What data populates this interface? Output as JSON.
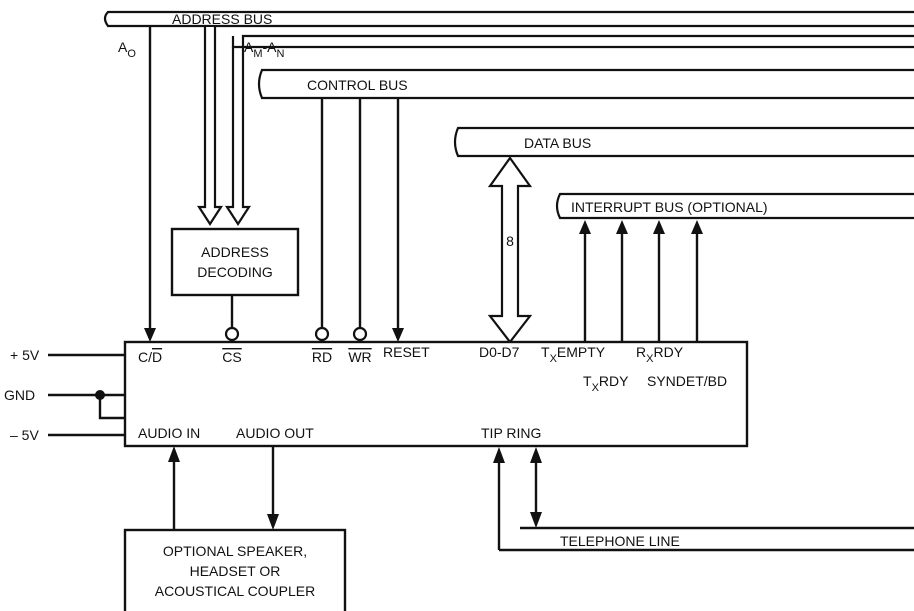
{
  "buses": {
    "address": "ADDRESS BUS",
    "control": "CONTROL BUS",
    "data": "DATA BUS",
    "interrupt": "INTERRUPT BUS (OPTIONAL)",
    "telephone": "TELEPHONE LINE"
  },
  "address_lines": {
    "a0_main": "A",
    "a0_sub": "O",
    "am_main": "A",
    "am_sub": "M",
    "am_mid": "-A",
    "an_sub": "N"
  },
  "decoder": {
    "line1": "ADDRESS",
    "line2": "DECODING"
  },
  "data_width": "8",
  "pins": {
    "cd": "C/",
    "cd_bar": "D",
    "cs": "CS",
    "rd": "RD",
    "wr": "WR",
    "reset": "RESET",
    "d0d7": "D0-D7",
    "txempty_pre": "T",
    "txempty_sub": "X",
    "txempty_post": "EMPTY",
    "rxrdy_pre": "R",
    "rxrdy_sub": "X",
    "rxrdy_post": "RDY",
    "txrdy_pre": "T",
    "txrdy_sub": "X",
    "txrdy_post": "RDY",
    "syndet": "SYNDET/BD",
    "audio_in": "AUDIO IN",
    "audio_out": "AUDIO OUT",
    "tip_ring": "TIP RING"
  },
  "power": {
    "p5v": "+ 5V",
    "gnd": "GND",
    "m5v": "– 5V"
  },
  "speaker": {
    "line1": "OPTIONAL SPEAKER,",
    "line2": "HEADSET OR",
    "line3": "ACOUSTICAL COUPLER"
  }
}
